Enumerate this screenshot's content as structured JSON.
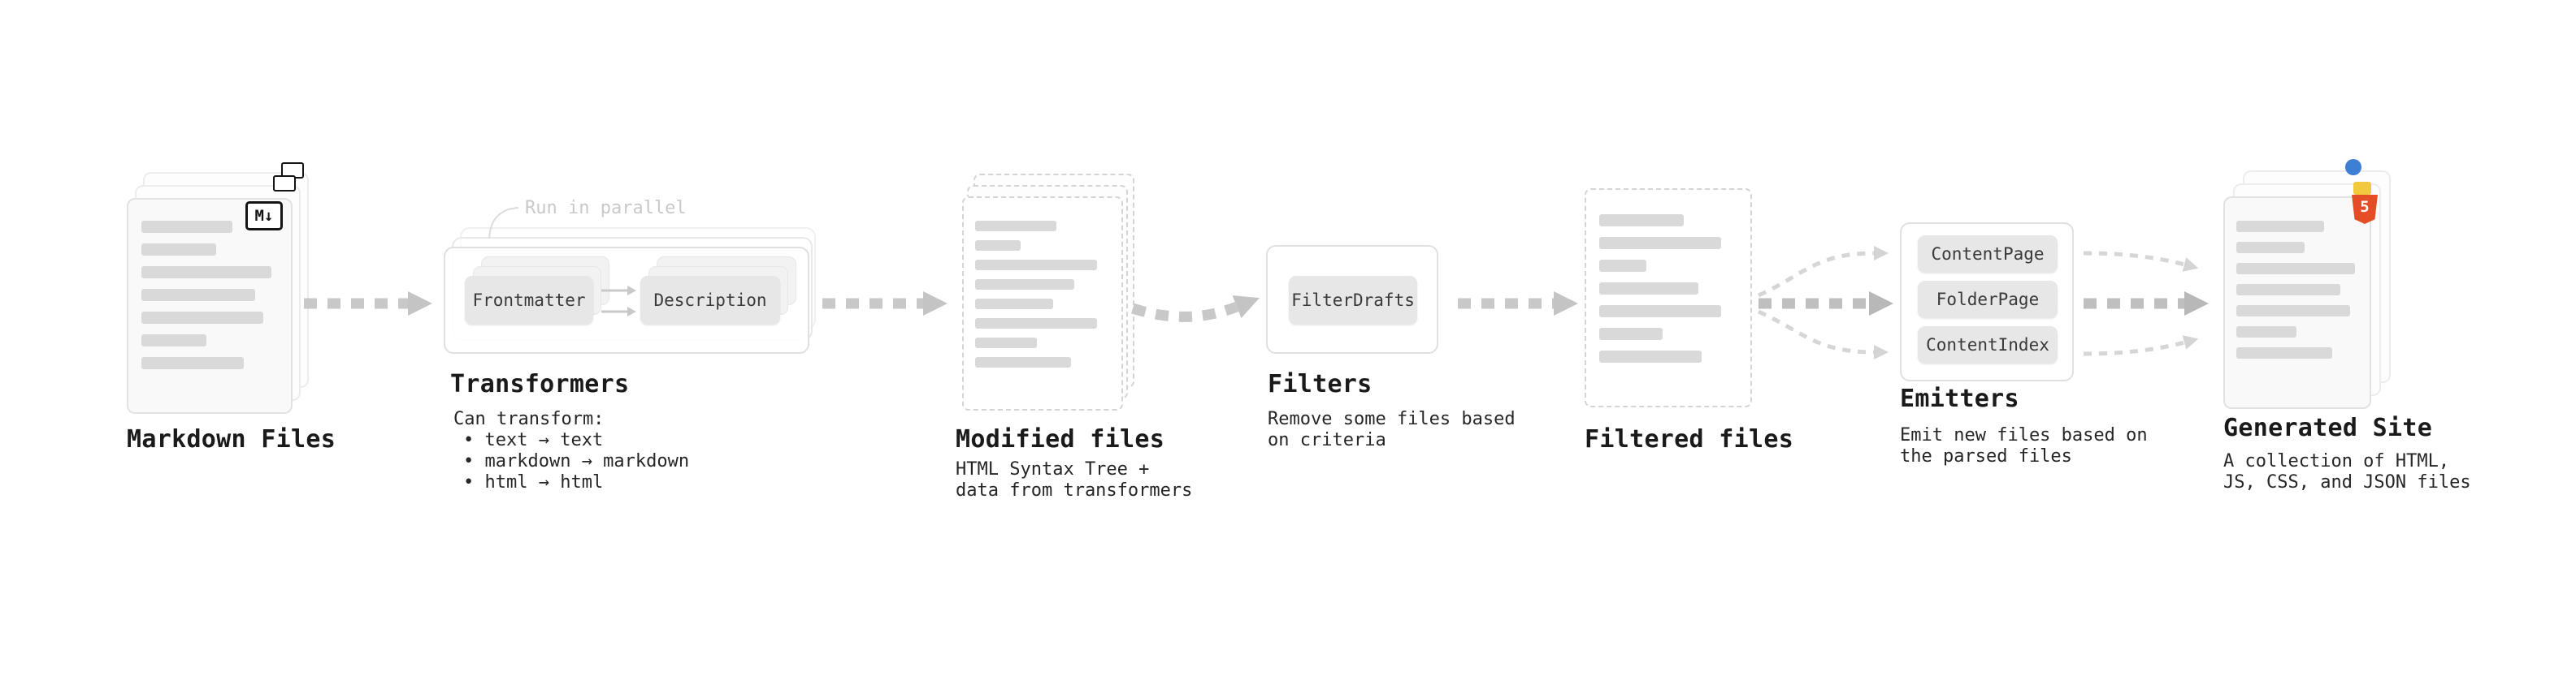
{
  "markdown_files": {
    "label": "Markdown Files",
    "badge": "M↓"
  },
  "transformers": {
    "note": "Run in parallel",
    "node1": "Frontmatter",
    "node2": "Description",
    "label": "Transformers",
    "caption_title": "Can transform:",
    "bullets": [
      "• text → text",
      "• markdown → markdown",
      "• html → html"
    ]
  },
  "modified_files": {
    "label": "Modified files",
    "caption": [
      "HTML Syntax Tree +",
      "data from transformers"
    ]
  },
  "filters": {
    "node1": "FilterDrafts",
    "label": "Filters",
    "caption": [
      "Remove some files based",
      "on criteria"
    ]
  },
  "filtered_files": {
    "label": "Filtered files"
  },
  "emitters": {
    "nodes": [
      "ContentPage",
      "FolderPage",
      "ContentIndex"
    ],
    "label": "Emitters",
    "caption": [
      "Emit new files based on",
      "the parsed files"
    ]
  },
  "generated_site": {
    "label": "Generated Site",
    "badge": "5",
    "caption": [
      "A collection of HTML,",
      "JS, CSS, and JSON files"
    ]
  }
}
